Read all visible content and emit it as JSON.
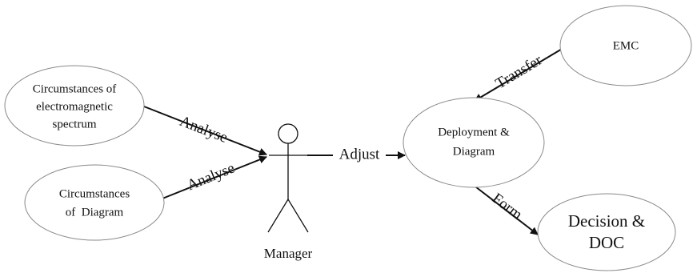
{
  "nodes": {
    "circumstances_spectrum": {
      "lines": [
        "Circumstances of",
        "electromagnetic",
        "spectrum"
      ]
    },
    "circumstances_diagram": {
      "lines": [
        "Circumstances",
        "of  Diagram"
      ]
    },
    "emc": {
      "lines": [
        "EMC"
      ]
    },
    "deployment_diagram": {
      "lines": [
        "Deployment &",
        "Diagram"
      ]
    },
    "decision_doc": {
      "lines": [
        "Decision &",
        "DOC"
      ]
    }
  },
  "actor": {
    "label": "Manager"
  },
  "edges": {
    "analyse_spectrum": "Analyse",
    "analyse_diagram": "Analyse",
    "adjust": "Adjust",
    "transfer": "Transfer",
    "form": "Form"
  },
  "colors": {
    "ellipse_stroke": "#8a8a8a",
    "line": "#111111",
    "text": "#111111",
    "background": "#ffffff"
  }
}
